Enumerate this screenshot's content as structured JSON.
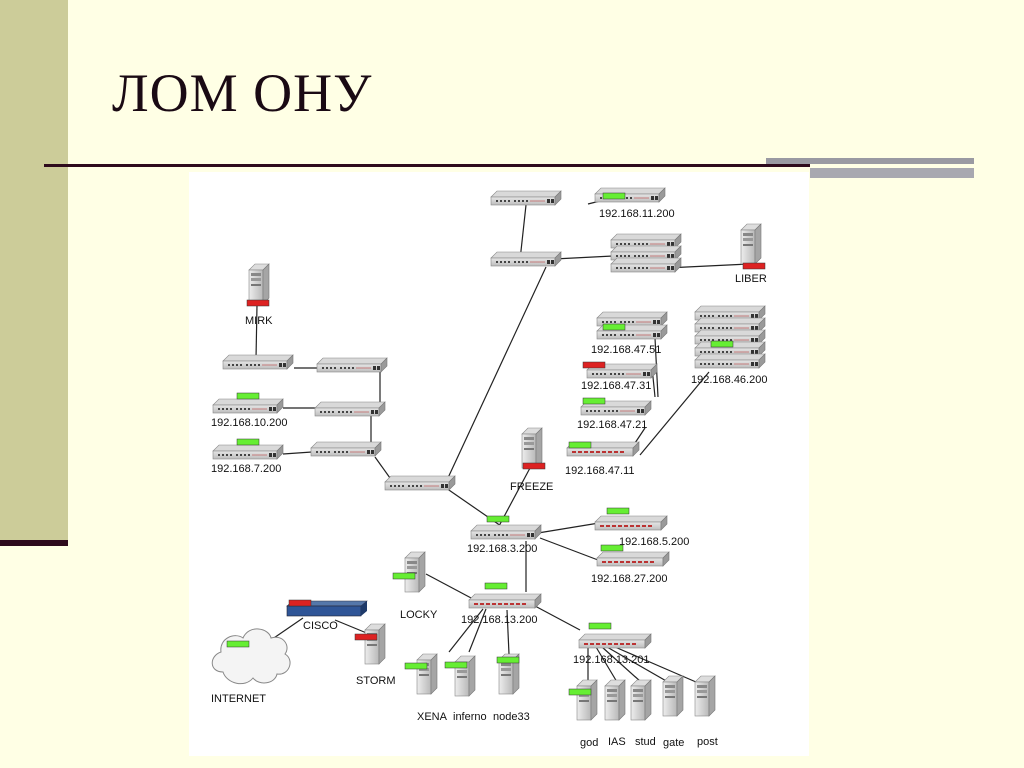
{
  "slide": {
    "title": "ЛОМ ОНУ"
  },
  "colors": {
    "background": "#FFFFE5",
    "accent_bar": "#CCCC99",
    "rule": "#2E0B1C",
    "status_ok": "#66EE33",
    "status_down": "#DD2222"
  },
  "diagram": {
    "labels": {
      "n11200": "192.168.11.200",
      "liber": "LIBER",
      "mirk": "MIRK",
      "n47_51": "192.168.47.51",
      "n46200": "192.168.46.200",
      "n47_31": "192.168.47.31",
      "n10200": "192.168.10.200",
      "n47_21": "192.168.47.21",
      "n7200": "192.168.7.200",
      "n47_11": "192.168.47.11",
      "freeze": "FREEZE",
      "n3200": "192.168.3.200",
      "n5200": "192.168.5.200",
      "n27200": "192.168.27.200",
      "locky": "LOCKY",
      "n13200": "192.168.13.200",
      "cisco": "CISCO",
      "n13201": "192.168.13.201",
      "storm": "STORM",
      "internet": "INTERNET",
      "xena": "XENA",
      "inferno": "inferno",
      "node33": "node33",
      "god": "god",
      "ias": "IAS",
      "stud": "stud",
      "gate": "gate",
      "post": "post"
    },
    "icons": {
      "switch": "network-switch-icon",
      "server": "server-tower-icon",
      "router": "router-icon",
      "cloud": "internet-cloud-icon"
    }
  }
}
